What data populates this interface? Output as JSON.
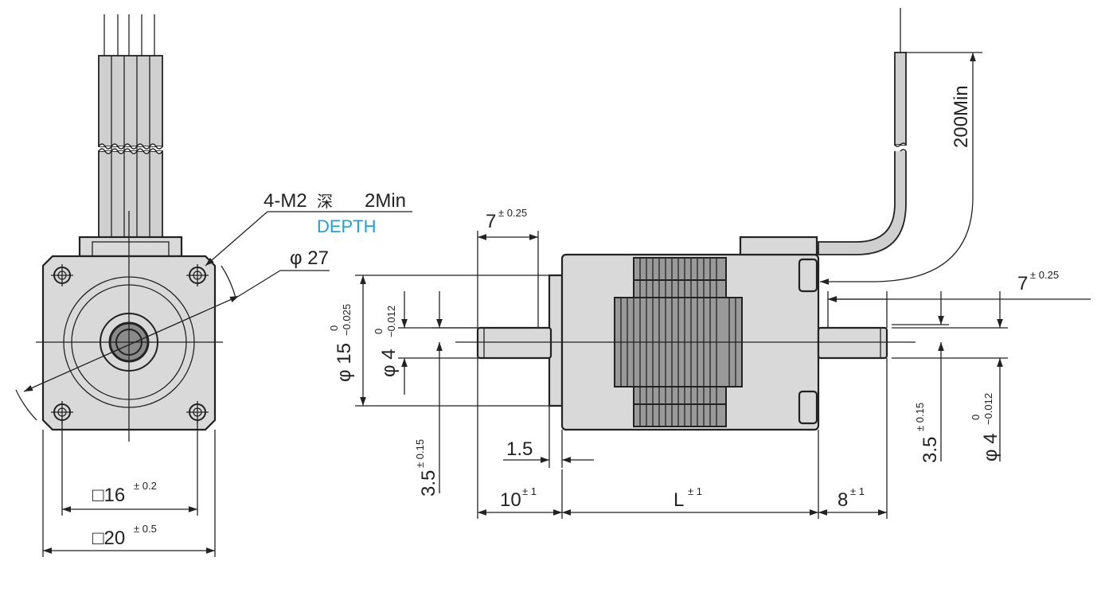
{
  "colors": {
    "line": "#222222",
    "body_fill": "#d9d9d9",
    "depth_label": "#1fa0d8"
  },
  "labels": {
    "thread": "4-M2",
    "depth_kanji": "深",
    "depth_value": "2Min",
    "depth_en": "DEPTH",
    "phi27": "φ 27",
    "sq16": "□16",
    "sq16_tol": "± 0.2",
    "sq20": "□20",
    "sq20_tol": "± 0.5",
    "seven_top": "7",
    "seven_top_tol": "± 0.25",
    "phi15": "φ 15",
    "phi15_upper": "0",
    "phi15_lower": "−0.025",
    "phi4_left": "φ 4",
    "phi4_left_upper": "0",
    "phi4_left_lower": "−0.012",
    "three5_left": "3.5",
    "three5_left_tol": "± 0.15",
    "one5": "1.5",
    "ten": "10",
    "ten_tol": "± 1",
    "L": "L",
    "L_tol": "± 1",
    "eight": "8",
    "eight_tol": "± 1",
    "seven_right": "7",
    "seven_right_tol": "± 0.25",
    "three5_right": "3.5",
    "three5_right_tol": "± 0.15",
    "phi4_right": "φ 4",
    "phi4_right_upper": "0",
    "phi4_right_lower": "−0.012",
    "lead": "200Min"
  }
}
